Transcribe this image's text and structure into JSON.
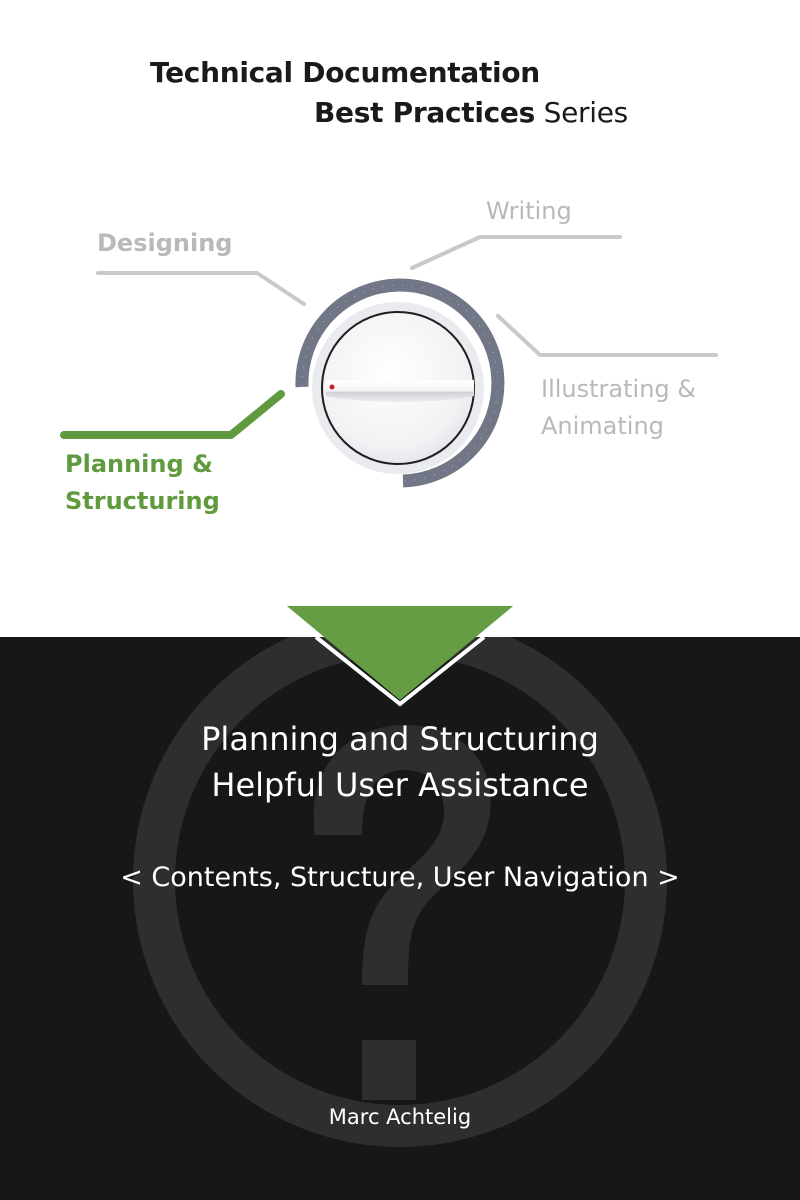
{
  "series": {
    "line1": "Technical Documentation",
    "line2_bold": "Best Practices",
    "line2_regular": " Series"
  },
  "dial": {
    "icon": "dial-knob-icon",
    "labels": [
      {
        "id": "designing",
        "lines": [
          "Designing"
        ],
        "active": false
      },
      {
        "id": "writing",
        "lines": [
          "Writing"
        ],
        "active": false
      },
      {
        "id": "illustrating",
        "lines": [
          "Illustrating &",
          "Animating"
        ],
        "active": false
      },
      {
        "id": "planning",
        "lines": [
          "Planning &",
          "Structuring"
        ],
        "active": true
      }
    ]
  },
  "book": {
    "title_lines": [
      "Planning and Structuring",
      "Helpful User Assistance"
    ],
    "subtitle": "< Contents, Structure, User Navigation >",
    "author": "Marc Achtelig",
    "background_icon": "question-circle-icon"
  },
  "colors": {
    "accent_green": "#5f9a3f",
    "triangle_green": "#649d42",
    "inactive_grey": "#c8c8c8",
    "dark_bg": "#161717",
    "question_grey": "#2e2e2e",
    "dial_ring": "#727787"
  }
}
